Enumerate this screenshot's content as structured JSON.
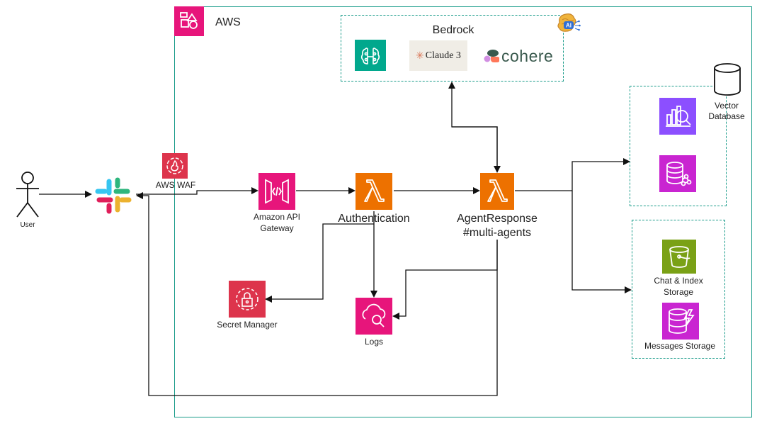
{
  "aws": {
    "label": "AWS"
  },
  "bedrock": {
    "label": "Bedrock",
    "claude_label": "Claude 3",
    "cohere_label": "cohere",
    "ai_badge": "AI"
  },
  "user": {
    "label": "User"
  },
  "waf": {
    "label": "AWS WAF"
  },
  "api_gateway": {
    "label_line1": "Amazon API",
    "label_line2": "Gateway"
  },
  "auth": {
    "label": "Authentication"
  },
  "agent": {
    "label_line1": "AgentResponse",
    "label_line2": "#multi-agents"
  },
  "secret": {
    "label": "Secret Manager"
  },
  "logs": {
    "label": "Logs"
  },
  "vector_db": {
    "label_line1": "Vector",
    "label_line2": "Database"
  },
  "chat_storage": {
    "label_line1": "Chat & Index",
    "label_line2": "Storage"
  },
  "messages_storage": {
    "label": "Messages Storage"
  },
  "colors": {
    "aws_border": "#1a9c8a",
    "pink": "#e7157b",
    "lambda_orange": "#ed7100",
    "purple": "#8c4fff",
    "green": "#7aa116",
    "red": "#dd344c",
    "teal_dashed": "#1a9c8a"
  }
}
